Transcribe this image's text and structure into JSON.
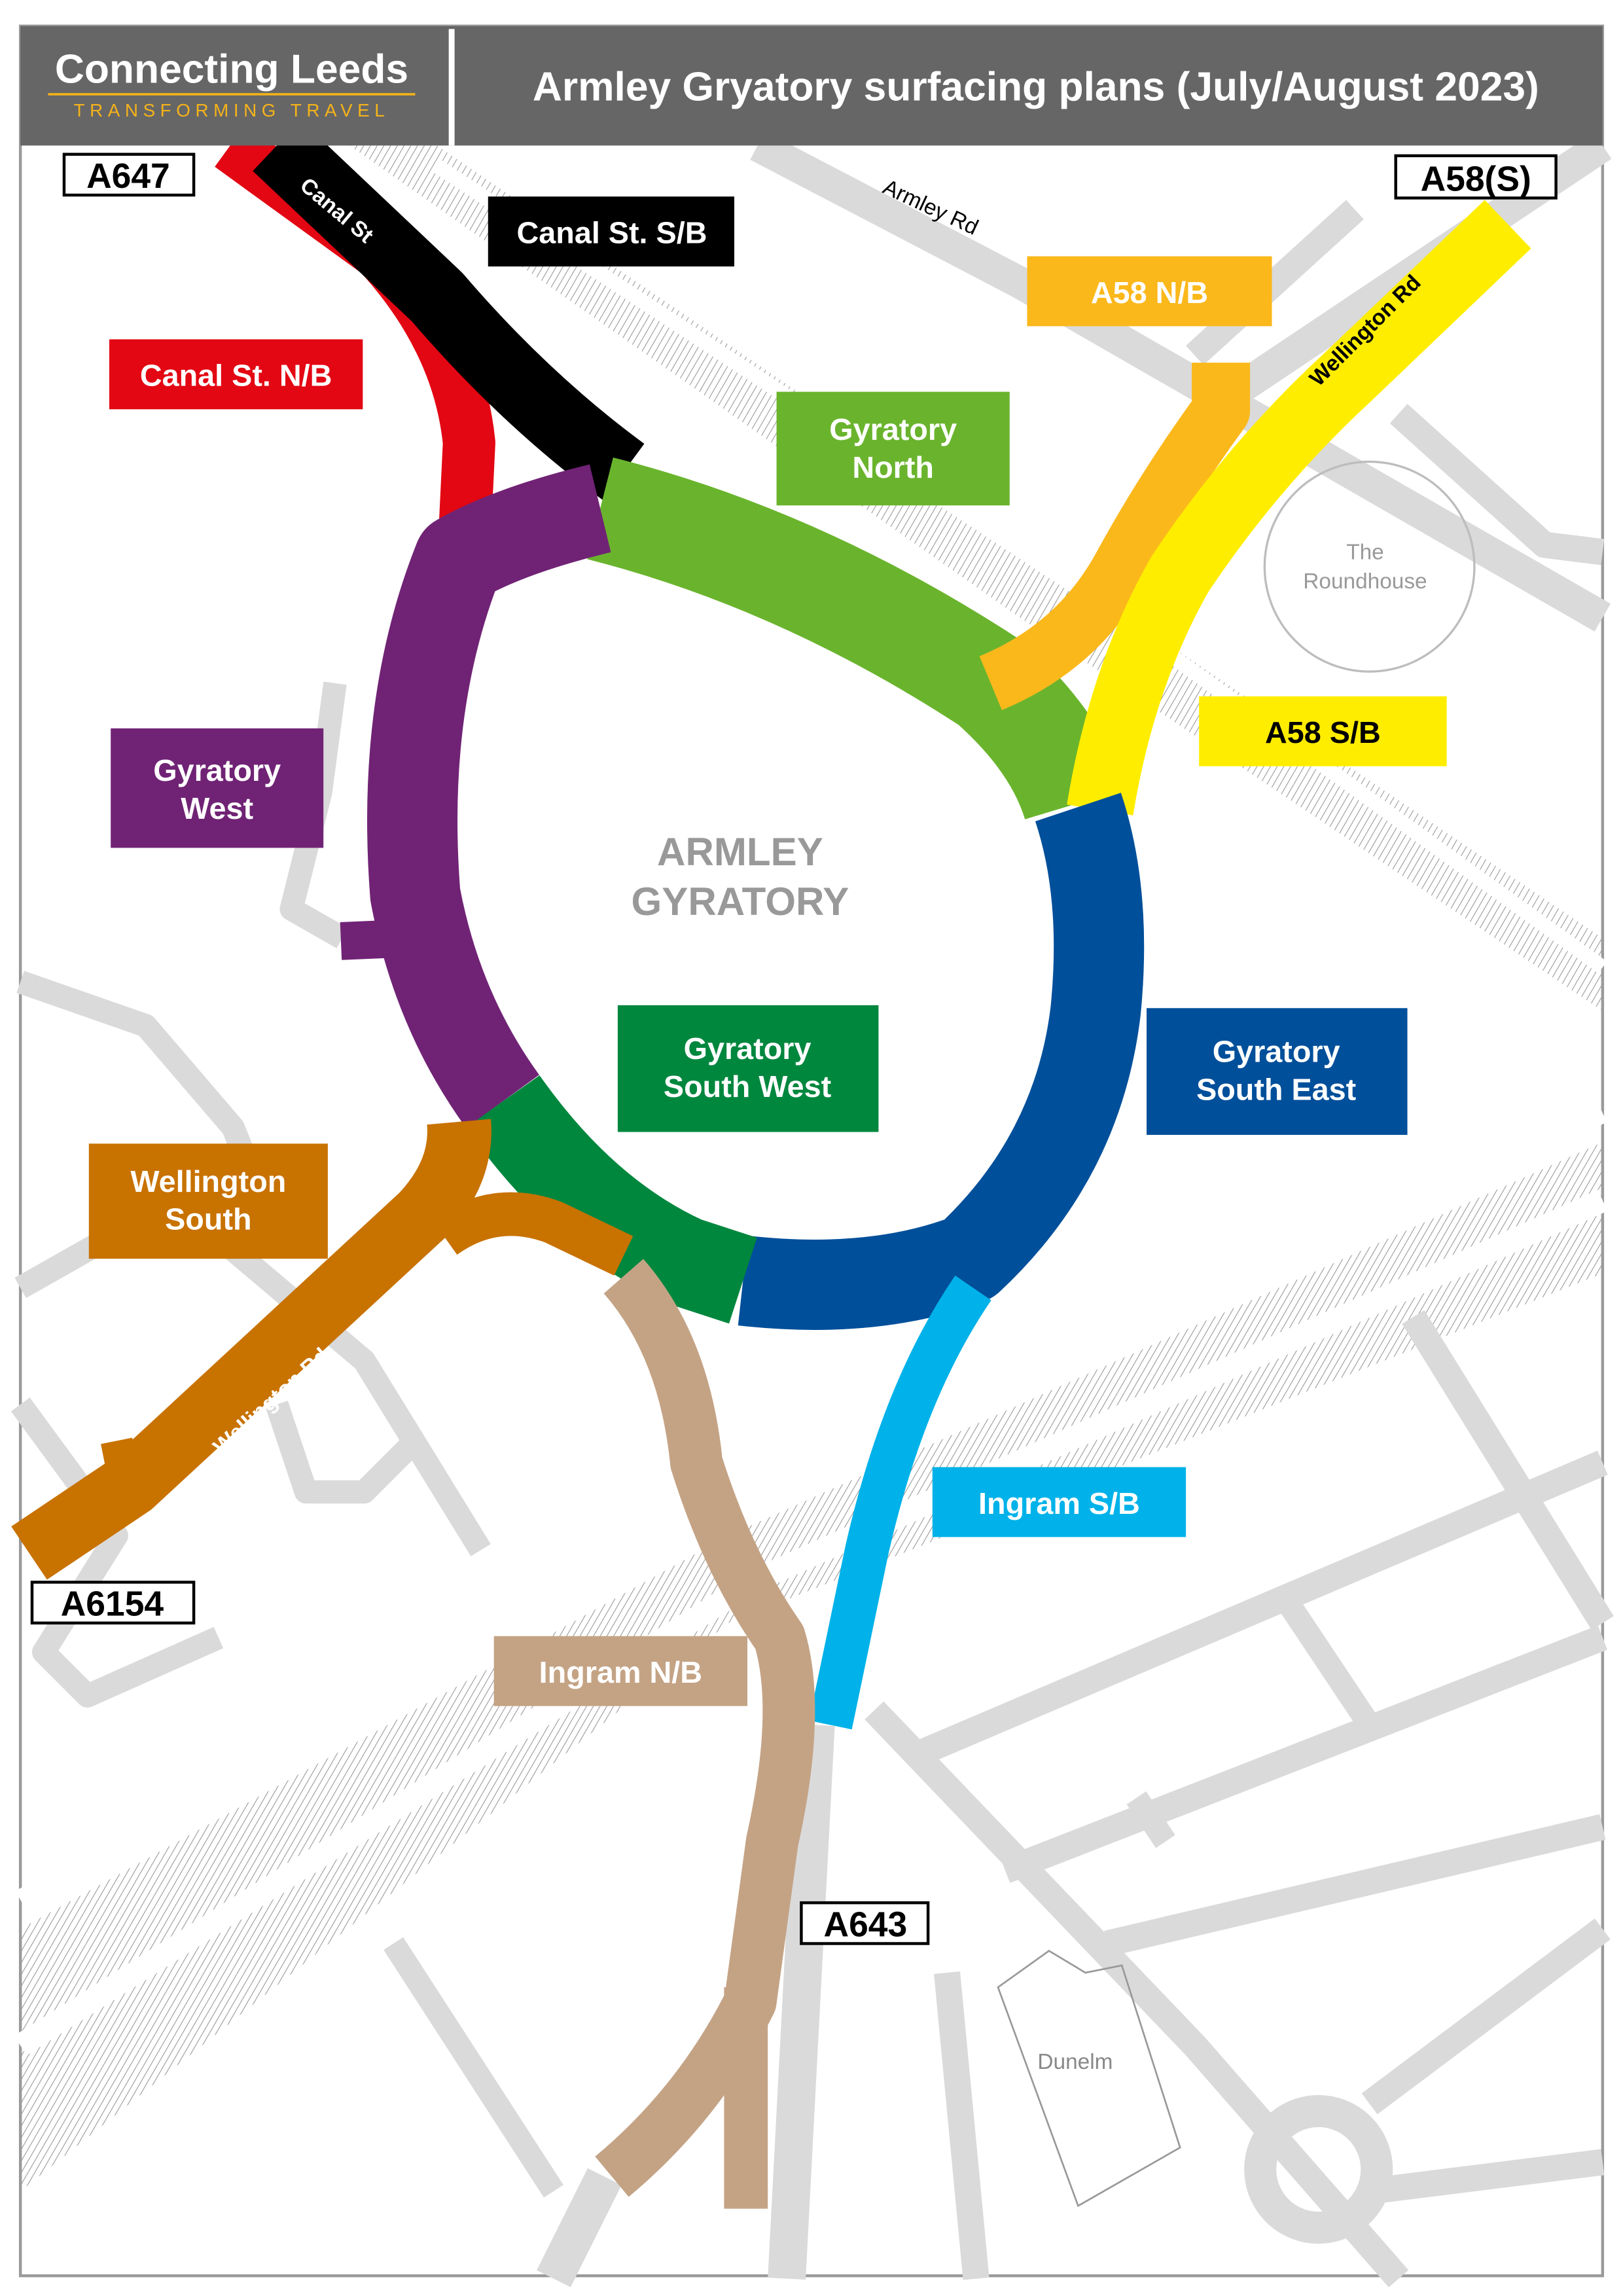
{
  "header": {
    "logo_title": "Connecting Leeds",
    "logo_subtitle": "TRANSFORMING TRAVEL",
    "title": "Armley Gryatory surfacing plans (July/August 2023)"
  },
  "colors": {
    "header_bg": "#666666",
    "logo_accent": "#f5b31a",
    "canal_nb": "#e30613",
    "canal_sb": "#000000",
    "gyratory_north": "#6ab42d",
    "a58_nb": "#fbb81b",
    "a58_sb": "#ffed00",
    "gyratory_west": "#702375",
    "gyratory_south_west": "#00873e",
    "gyratory_south_east": "#004f9a",
    "wellington_south": "#c87200",
    "ingram_sb": "#00b2e9",
    "ingram_nb": "#c4a385"
  },
  "road_markers": [
    "A647",
    "A58(S)",
    "A6154",
    "A643"
  ],
  "road_names": {
    "canal_st": "Canal St",
    "armley_rd": "Armley Rd",
    "wellington_rd_north": "Wellington Rd",
    "wellington_rd_south": "Wellington Rd"
  },
  "places": {
    "gyratory_line1": "ARMLEY",
    "gyratory_line2": "GYRATORY",
    "roundhouse_line1": "The",
    "roundhouse_line2": "Roundhouse",
    "dunelm": "Dunelm"
  },
  "segments": {
    "canal_nb": "Canal St. N/B",
    "canal_sb": "Canal St. S/B",
    "gyratory_north": [
      "Gyratory",
      "North"
    ],
    "a58_nb": "A58 N/B",
    "a58_sb": "A58 S/B",
    "gyratory_west": [
      "Gyratory",
      "West"
    ],
    "gyratory_south_west": [
      "Gyratory",
      "South West"
    ],
    "gyratory_south_east": [
      "Gyratory",
      "South East"
    ],
    "wellington_south": [
      "Wellington",
      "South"
    ],
    "ingram_sb": "Ingram S/B",
    "ingram_nb": "Ingram N/B"
  }
}
